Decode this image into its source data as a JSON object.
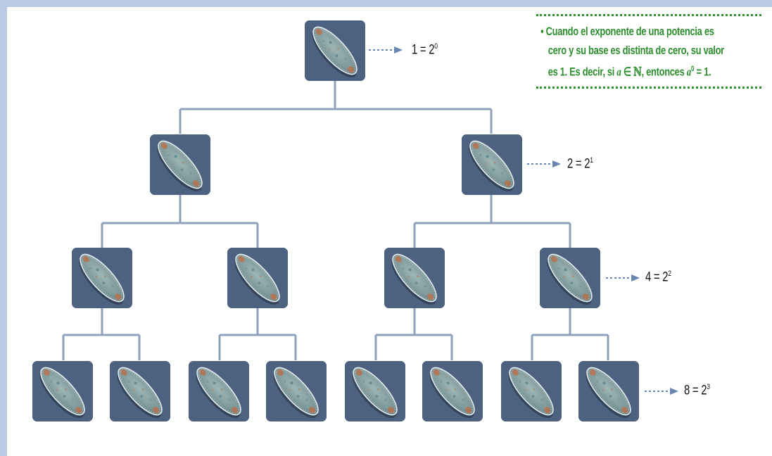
{
  "figure": {
    "levels": [
      {
        "count": 1,
        "label_base": "1 = 2",
        "label_exp": "0"
      },
      {
        "count": 2,
        "label_base": "2 = 2",
        "label_exp": "1"
      },
      {
        "count": 4,
        "label_base": "4 = 2",
        "label_exp": "2"
      },
      {
        "count": 8,
        "label_base": "8 = 2",
        "label_exp": "3"
      }
    ],
    "node_icon": "paramecium-cell-icon",
    "colors": {
      "node_bg": "#4d6280",
      "connector": "#8ea3bb",
      "note_green": "#2e8f2e",
      "frame": "#b9cbe3"
    }
  },
  "note": {
    "bullet": "•",
    "line1": "Cuando el exponente de una potencia es",
    "line2": "cero y su base es distinta de cero, su valor",
    "line3_a": "es 1. Es decir, si",
    "var": "a",
    "member": "∈",
    "set": "ℕ",
    "line3_b": ", entonces",
    "power_base": "a",
    "power_exp": "0",
    "line3_c": " = 1."
  }
}
